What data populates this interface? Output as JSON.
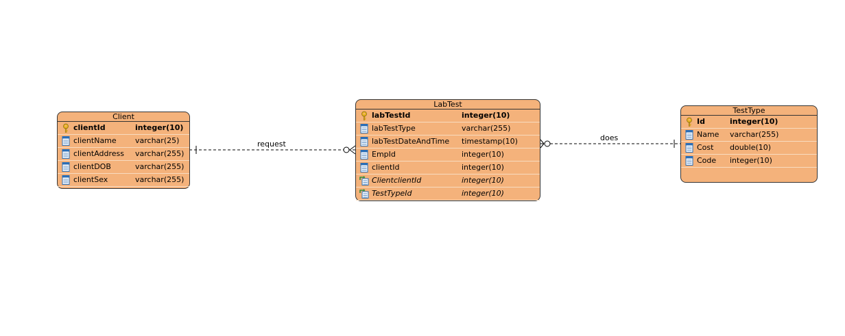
{
  "diagram": {
    "entities": [
      {
        "key": "client",
        "title": "Client",
        "columns": [
          {
            "name": "clientId",
            "type": "integer(10)",
            "kind": "pk",
            "icon": "key-icon"
          },
          {
            "name": "clientName",
            "type": "varchar(25)",
            "kind": "col",
            "icon": "column-icon"
          },
          {
            "name": "clientAddress",
            "type": "varchar(255)",
            "kind": "col",
            "icon": "column-icon"
          },
          {
            "name": "clientDOB",
            "type": "varchar(255)",
            "kind": "col",
            "icon": "column-icon"
          },
          {
            "name": "clientSex",
            "type": "varchar(255)",
            "kind": "col",
            "icon": "column-icon"
          }
        ]
      },
      {
        "key": "labtest",
        "title": "LabTest",
        "columns": [
          {
            "name": "labTestId",
            "type": "integer(10)",
            "kind": "pk",
            "icon": "key-icon"
          },
          {
            "name": "labTestType",
            "type": "varchar(255)",
            "kind": "col",
            "icon": "column-icon"
          },
          {
            "name": "labTestDateAndTime",
            "type": "timestamp(10)",
            "kind": "col",
            "icon": "column-icon"
          },
          {
            "name": "EmpId",
            "type": "integer(10)",
            "kind": "col",
            "icon": "column-icon"
          },
          {
            "name": "clientId",
            "type": "integer(10)",
            "kind": "col",
            "icon": "column-icon"
          },
          {
            "name": "ClientclientId",
            "type": "integer(10)",
            "kind": "fk",
            "icon": "foreign-key-icon"
          },
          {
            "name": "TestTypeId",
            "type": "integer(10)",
            "kind": "fk",
            "icon": "foreign-key-icon"
          }
        ]
      },
      {
        "key": "testtype",
        "title": "TestType",
        "columns": [
          {
            "name": "Id",
            "type": "integer(10)",
            "kind": "pk",
            "icon": "key-icon"
          },
          {
            "name": "Name",
            "type": "varchar(255)",
            "kind": "col",
            "icon": "column-icon"
          },
          {
            "name": "Cost",
            "type": "double(10)",
            "kind": "col",
            "icon": "column-icon"
          },
          {
            "name": "Code",
            "type": "integer(10)",
            "kind": "col",
            "icon": "column-icon"
          }
        ]
      }
    ],
    "relationships": [
      {
        "label": "request",
        "from": "Client",
        "to": "LabTest",
        "from_end": "one",
        "to_end": "zero-or-many"
      },
      {
        "label": "does",
        "from": "TestType",
        "to": "LabTest",
        "from_end": "one",
        "to_end": "zero-or-many"
      }
    ],
    "colors": {
      "entity_fill": "#f4b27b",
      "row_divider": "#f8dcc0",
      "border": "#333333"
    }
  }
}
